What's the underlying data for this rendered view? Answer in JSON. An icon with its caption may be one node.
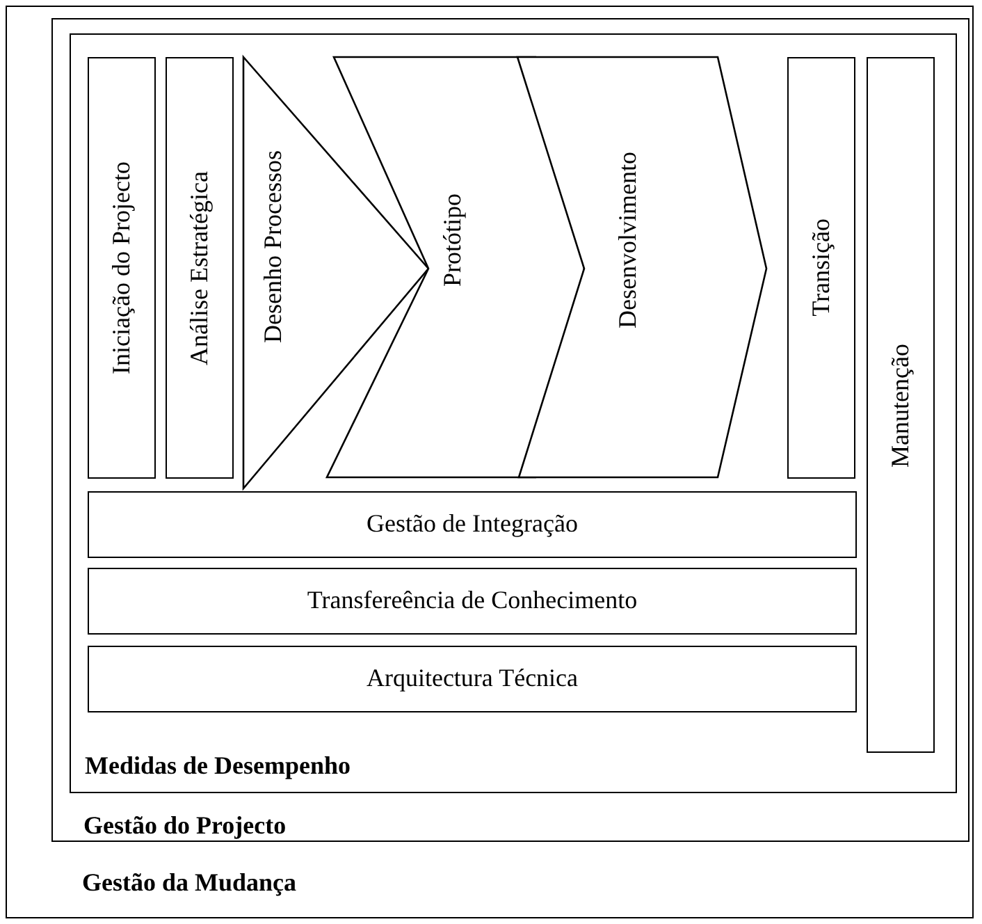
{
  "diagram": {
    "nodes": [
      {
        "text": [
          "Gestão da Mudança"
        ]
      },
      {
        "text": [
          "Gestão do Projecto"
        ],
        "in": 0
      },
      {
        "text": [
          "Medidas de Desempenho"
        ],
        "in": 1
      },
      {
        "text": [
          "Iniciação do Projecto"
        ],
        "in": 2
      },
      {
        "text": [
          "Análise Estratégica"
        ],
        "in": 2
      },
      {
        "text": [
          "Desenho Processos"
        ],
        "in": 2
      },
      {
        "text": [
          "Protótipo"
        ],
        "in": 2
      },
      {
        "text": [
          "Desenvolvimento"
        ],
        "in": 2
      },
      {
        "text": [
          "Transição"
        ],
        "in": 2
      },
      {
        "text": [
          "Manutenção"
        ],
        "in": 2
      },
      {
        "text": [
          "Gestão de Integração"
        ],
        "in": 2
      },
      {
        "text": [
          "Transfereência de Conhecimento"
        ],
        "in": 2
      },
      {
        "text": [
          "Arquitectura Técnica"
        ],
        "in": 2
      }
    ]
  }
}
